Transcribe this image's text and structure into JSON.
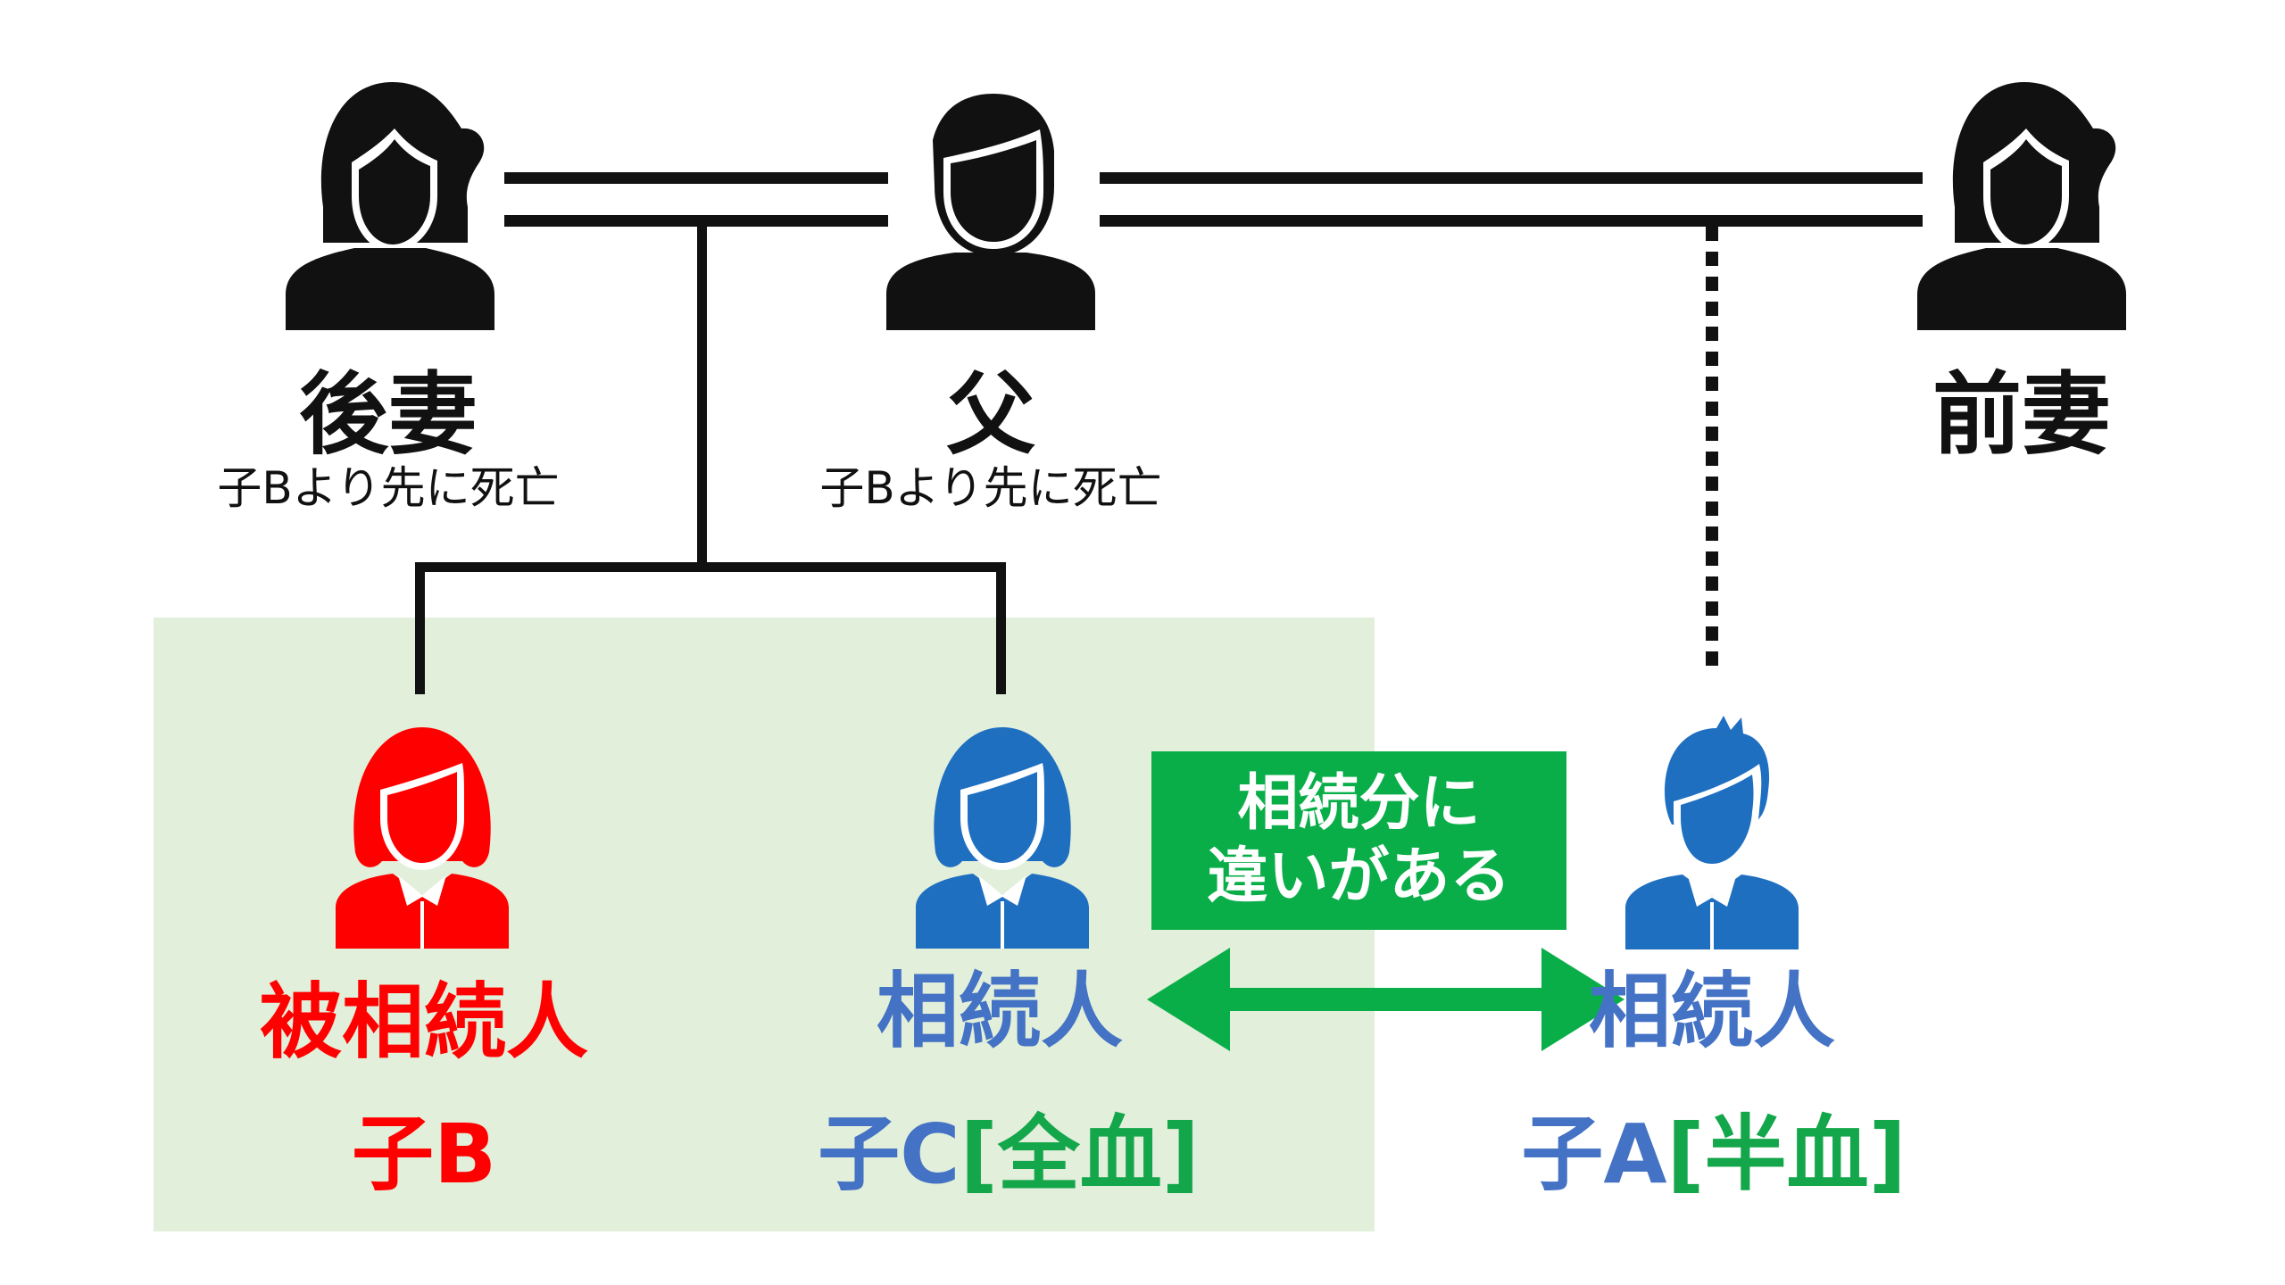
{
  "persons": {
    "second_wife": {
      "name": "後妻",
      "note": "子Bより先に死亡"
    },
    "father": {
      "name": "父",
      "note": "子Bより先に死亡"
    },
    "first_wife": {
      "name": "前妻"
    }
  },
  "children": {
    "child_b": {
      "role": "被相続人",
      "name": "子B"
    },
    "child_c": {
      "role": "相続人",
      "name": "子C",
      "blood": "[全血]"
    },
    "child_a": {
      "role": "相続人",
      "name": "子A",
      "blood": "[半血]"
    }
  },
  "difference_box": {
    "line1": "相続分に",
    "line2": "違いがある"
  },
  "colors": {
    "black": "#111111",
    "red": "#ff0000",
    "blue": "#1f6fc1",
    "blue_text": "#4472c4",
    "green": "#0aae49",
    "green_text": "#14a64a",
    "highlight": "#e2efda"
  }
}
